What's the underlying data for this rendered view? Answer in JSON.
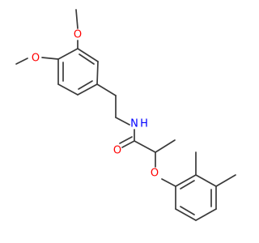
{
  "molecule": {
    "labels": {
      "o_methoxy_top": "O",
      "o_methoxy_left": "O",
      "n_amide": "N",
      "h_amide": "H",
      "o_carbonyl": "O",
      "o_ether": "O"
    },
    "colors": {
      "bond": "#3a3a3a",
      "oxygen": "#ff0000",
      "nitrogen": "#0000ff"
    }
  }
}
